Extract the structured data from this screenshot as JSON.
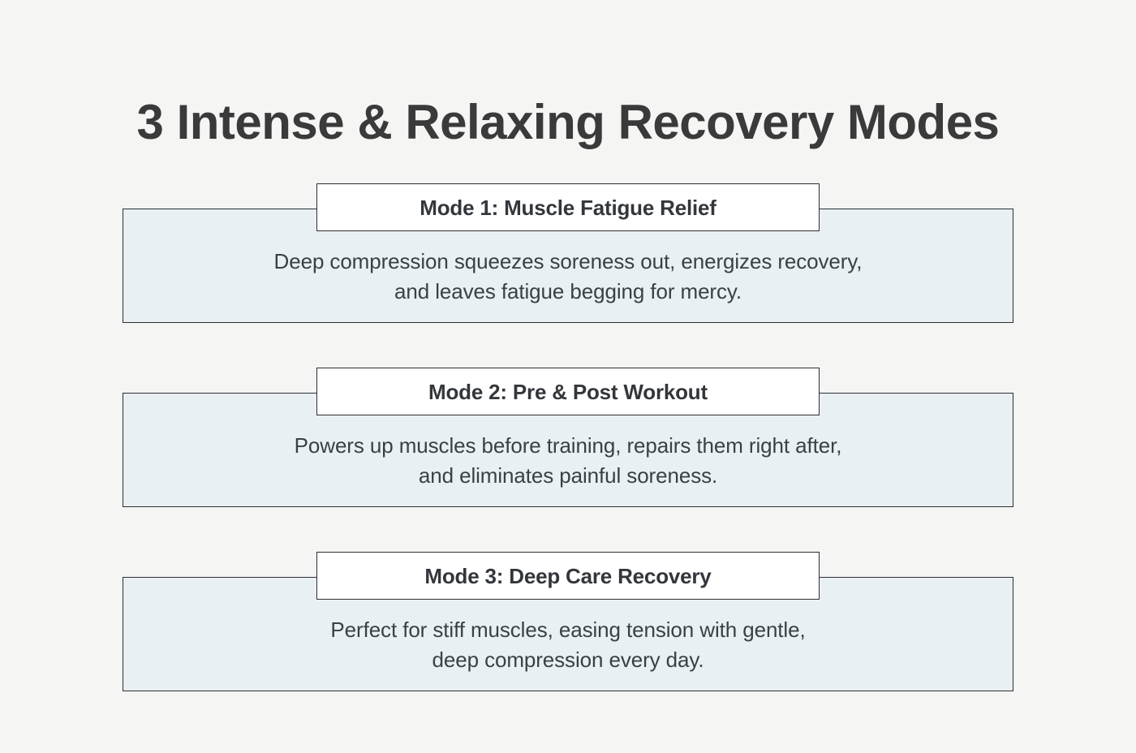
{
  "page": {
    "background_color": "#F5F5F4",
    "title": "3 Intense & Relaxing Recovery Modes"
  },
  "theme": {
    "title_color": "#3A3A3A",
    "card_fill": "#E9F0F3",
    "card_border": "#2B2F33",
    "badge_fill": "#FFFFFF",
    "badge_text_color": "#33373B",
    "body_text_color": "#3A4045"
  },
  "cards": [
    {
      "badge_label": "Mode 1: Muscle Fatigue Relief",
      "description_line1": "Deep compression squeezes soreness out, energizes recovery,",
      "description_line2": "and leaves fatigue begging for mercy."
    },
    {
      "badge_label": "Mode 2: Pre & Post Workout",
      "description_line1": "Powers up muscles before training, repairs them right after,",
      "description_line2": "and eliminates painful soreness."
    },
    {
      "badge_label": "Mode 3: Deep Care Recovery",
      "description_line1": "Perfect for stiff muscles, easing tension with gentle,",
      "description_line2": "deep compression every day."
    }
  ]
}
